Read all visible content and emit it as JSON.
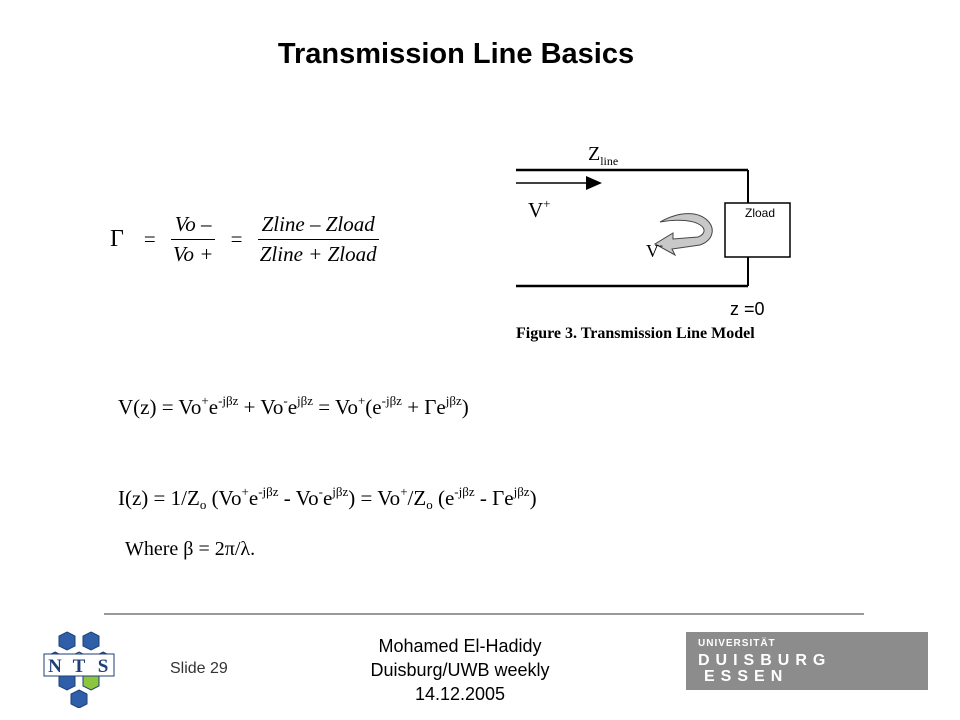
{
  "slide": {
    "title": "Transmission Line Basics",
    "slide_number": "Slide 29"
  },
  "equations": {
    "reflection": {
      "gamma": "Γ",
      "num1": "Vo –",
      "den1": "Vo +",
      "num2": "Zline – Zload",
      "den2": "Zline + Zload"
    },
    "voltage": {
      "lhs": "V(z) = Vo",
      "t1": "+",
      "e1": "e",
      "x1": "-jβz",
      "p1": " + Vo",
      "t2": "-",
      "e2": "e",
      "x2": "jβz",
      "p2": "  = Vo",
      "t3": "+",
      "p3": "(e",
      "x3": "-jβz",
      "p4": " + Γe",
      "x4": "jβz",
      "p5": ")"
    },
    "current": {
      "lhs": "I(z) = 1/Z",
      "s1": "o",
      "p1": " (Vo",
      "t1": "+",
      "e1": "e",
      "x1": "-jβz",
      "p2": " - Vo",
      "t2": "-",
      "e2": "e",
      "x2": "jβz",
      "p3": ")   = Vo",
      "t3": "+",
      "p4": "/Z",
      "s2": "o",
      "p5": " (e",
      "x3": "-jβz",
      "p6": " - Γe",
      "x4": "jβz",
      "p7": ")"
    },
    "where": "Where β = 2π/λ."
  },
  "figure": {
    "zline_main": "Z",
    "zline_sub": "line",
    "vplus_main": "V",
    "vplus_sup": "+",
    "vminus_main": "V",
    "vminus_sup": "-",
    "zload": "Zload",
    "z0": "z =0",
    "caption": "Figure 3.  Transmission Line Model"
  },
  "footer": {
    "author_line1": "Mohamed El-Hadidy",
    "author_line2": "Duisburg/UWB weekly",
    "author_line3": "14.12.2005",
    "logo_letters": [
      "N",
      "T",
      "S"
    ],
    "uni_line1": "UNIVERSITÄT",
    "uni_line2": "DUISBURG",
    "uni_line3": "ESSEN"
  },
  "colors": {
    "logo_blue": "#2e5fa8",
    "logo_green": "#8cc63f",
    "uni_gray": "#8c8c8c"
  }
}
